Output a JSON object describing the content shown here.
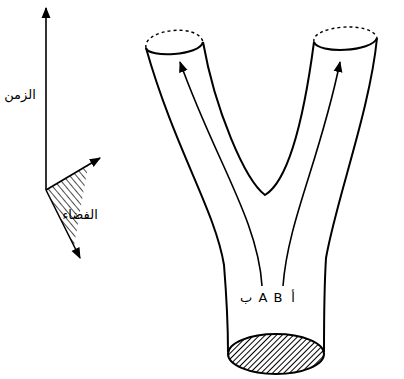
{
  "diagram": {
    "labels": [
      "الزمن",
      "الفضاء",
      "ب",
      "A",
      "B",
      "أ"
    ]
  }
}
